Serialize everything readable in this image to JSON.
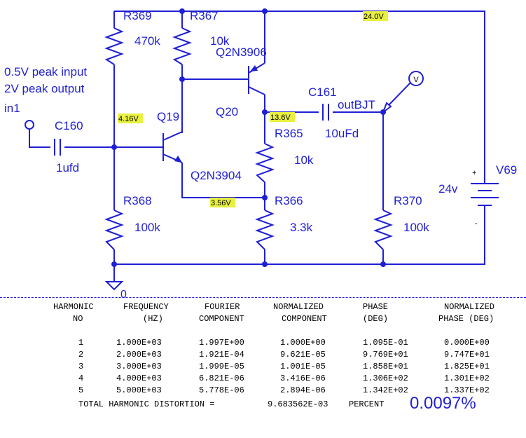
{
  "schematic": {
    "notes": [
      "0.5V peak input",
      "2V peak output"
    ],
    "input_label": "in1",
    "output_label": "outBJT",
    "ground_label": "0",
    "probe_label": "V",
    "components": {
      "R369": {
        "ref": "R369",
        "value": "470k"
      },
      "R367": {
        "ref": "R367",
        "value": "10k"
      },
      "R368": {
        "ref": "R368",
        "value": "100k"
      },
      "R365": {
        "ref": "R365",
        "value": "10k"
      },
      "R366": {
        "ref": "R366",
        "value": "3.3k"
      },
      "R370": {
        "ref": "R370",
        "value": "100k"
      },
      "C160": {
        "ref": "C160",
        "value": "1ufd"
      },
      "C161": {
        "ref": "C161",
        "value": "10uFd"
      },
      "Q19": {
        "ref": "Q19",
        "model": "Q2N3904"
      },
      "Q20": {
        "ref": "Q20",
        "model": "Q2N3906"
      },
      "V69": {
        "ref": "V69",
        "value": "24v",
        "plus": "+",
        "minus": "-"
      }
    },
    "node_voltages": {
      "supply": "24.0V",
      "base": "4.16V",
      "collector": "13.6V",
      "emitter": "3.56V"
    }
  },
  "fourier": {
    "headers": [
      [
        "HARMONIC",
        "FREQUENCY",
        "FOURIER",
        "NORMALIZED",
        "PHASE",
        "NORMALIZED"
      ],
      [
        "NO",
        "(HZ)",
        "COMPONENT",
        "COMPONENT",
        "(DEG)",
        "PHASE (DEG)"
      ]
    ],
    "rows": [
      [
        "1",
        "1.000E+03",
        "1.997E+00",
        "1.000E+00",
        "1.095E-01",
        "0.000E+00"
      ],
      [
        "2",
        "2.000E+03",
        "1.921E-04",
        "9.621E-05",
        "9.769E+01",
        "9.747E+01"
      ],
      [
        "3",
        "3.000E+03",
        "1.999E-05",
        "1.001E-05",
        "1.858E+01",
        "1.825E+01"
      ],
      [
        "4",
        "4.000E+03",
        "6.821E-06",
        "3.416E-06",
        "1.306E+02",
        "1.301E+02"
      ],
      [
        "5",
        "5.000E+03",
        "5.778E-06",
        "2.894E-06",
        "1.342E+02",
        "1.337E+02"
      ]
    ],
    "thd_label": "TOTAL HARMONIC DISTORTION =",
    "thd_value": "9.683562E-03",
    "thd_unit": "PERCENT",
    "thd_callout": "0.0097%"
  }
}
